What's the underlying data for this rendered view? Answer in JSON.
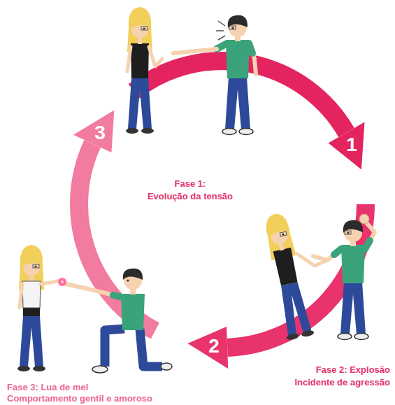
{
  "diagram": {
    "labels": [
      "1",
      "2",
      "3",
      "Fase 1:",
      "Evolução da tensão",
      "Fase 2: Explosão",
      "Incidente de agressão",
      "Fase 3: Lua de mel",
      "Comportamento gentil e amoroso"
    ]
  }
}
